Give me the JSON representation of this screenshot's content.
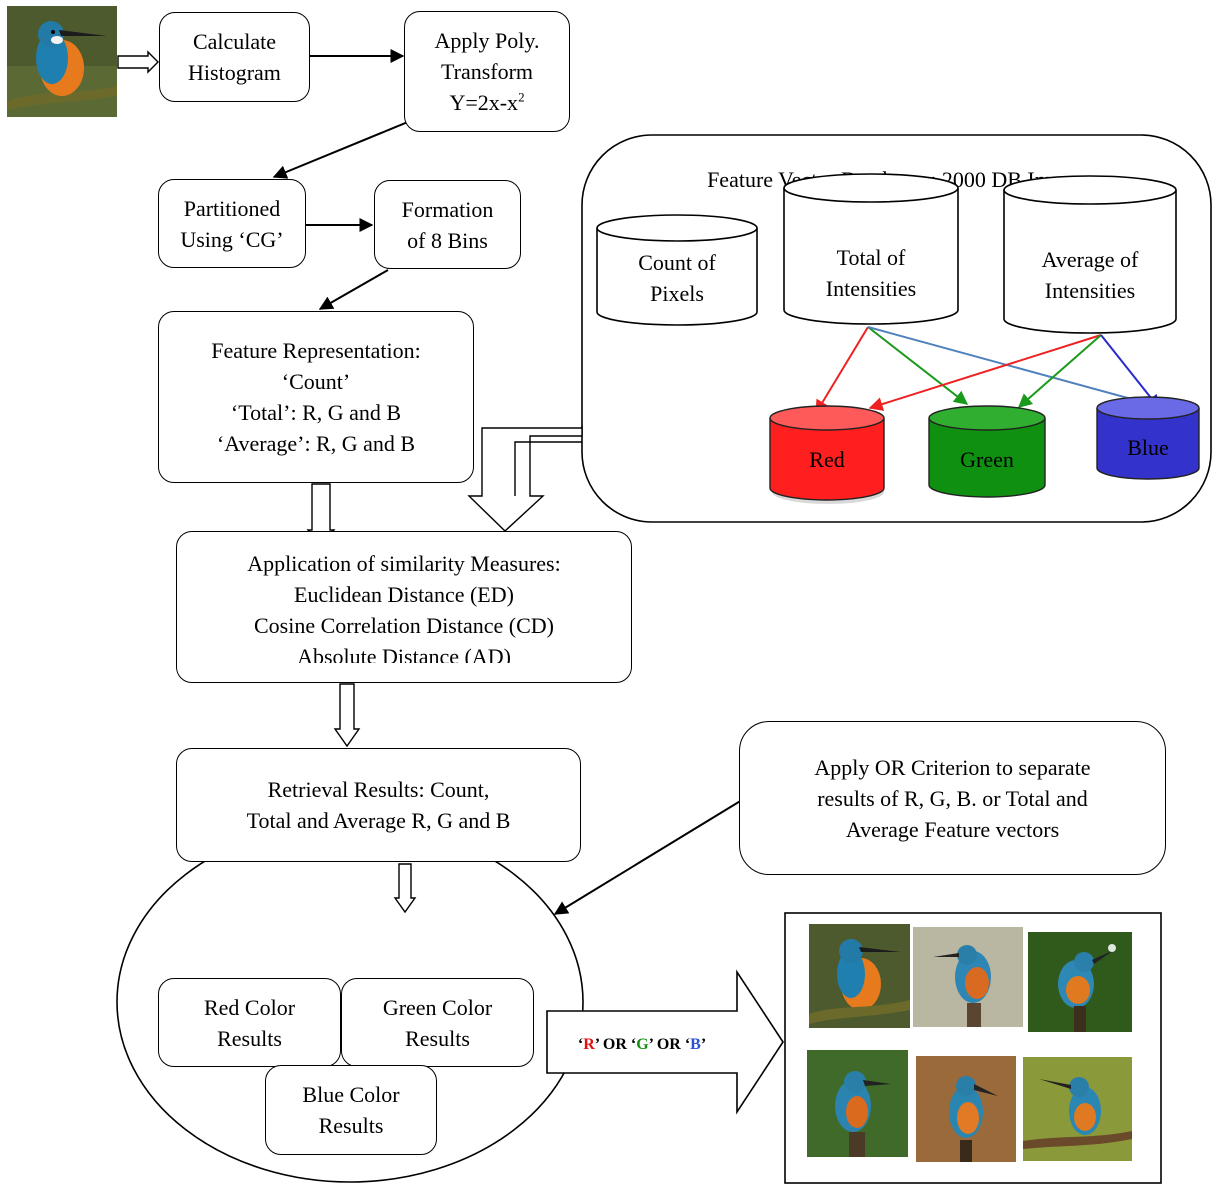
{
  "nodes": {
    "calc_hist": [
      "Calculate",
      "Histogram"
    ],
    "poly": [
      "Apply Poly.",
      "Transform"
    ],
    "poly_formula": {
      "base": "Y=2x-x",
      "sup": "2"
    },
    "partition": [
      "Partitioned",
      "Using ‘CG’"
    ],
    "bins": [
      "Formation",
      "of 8 Bins"
    ],
    "feature_rep": [
      "Feature Representation:",
      "‘Count’",
      "‘Total’: R, G and B",
      "‘Average’: R, G and B"
    ],
    "similarity": [
      "Application of similarity Measures:",
      "Euclidean Distance (ED)",
      "Cosine Correlation Distance (CD)",
      "Absolute Distance (AD)"
    ],
    "retrieval": [
      "Retrieval Results: Count,",
      "Total and Average R, G and B"
    ],
    "or_criterion": [
      "Apply OR Criterion to separate",
      "results of R, G, B. or Total and",
      "Average Feature vectors"
    ],
    "red_results": [
      "Red Color",
      "Results"
    ],
    "green_results": [
      "Green Color",
      "Results"
    ],
    "blue_results": [
      "Blue Color",
      "Results"
    ]
  },
  "database": {
    "title": "Feature Vector Databases: 2000 DB Images",
    "count": [
      "Count of",
      "Pixels"
    ],
    "total": [
      "Total of",
      "Intensities"
    ],
    "average": [
      "Average of",
      "Intensities"
    ],
    "red": "Red",
    "green": "Green",
    "blue": "Blue"
  },
  "or_arrow": {
    "parts": [
      "‘",
      "R",
      "’ OR ‘",
      "G",
      "’ OR ‘",
      "B",
      "’"
    ]
  },
  "colors": {
    "red": "#ff2020",
    "green": "#109010",
    "blue": "#3333cc",
    "link_red": "#ee2222",
    "link_green": "#1a9a1a",
    "link_steel": "#4f81bd",
    "link_blue": "#2a2acc",
    "or_red": "#e01010",
    "or_green": "#108f10",
    "or_blue": "#2e4fd6"
  }
}
